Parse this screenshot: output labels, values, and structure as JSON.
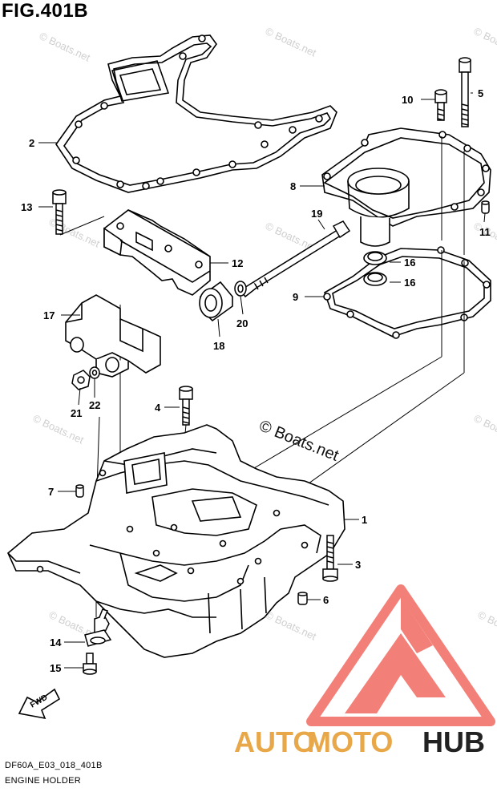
{
  "title": "FIG.401B",
  "document_code": "DF60A_E03_018_401B",
  "document_name": "ENGINE HOLDER",
  "watermark_small": "© Boats.net",
  "watermark_large": "© Boats.net",
  "fwd_label": "FWD",
  "brand": {
    "part1": "AUTO",
    "part2": "MOTO",
    "part3": "HUB",
    "color_primary": "#e8a84a",
    "color_secondary": "#222222",
    "logo_color": "#f26b61"
  },
  "part_labels": {
    "p1": "1",
    "p2": "2",
    "p3": "3",
    "p4": "4",
    "p5": "5",
    "p6": "6",
    "p7": "7",
    "p8": "8",
    "p9": "9",
    "p10": "10",
    "p11": "11",
    "p12": "12",
    "p13": "13",
    "p14": "14",
    "p15": "15",
    "p16a": "16",
    "p16b": "16",
    "p17": "17",
    "p18": "18",
    "p19": "19",
    "p20": "20",
    "p21": "21",
    "p22": "22"
  }
}
